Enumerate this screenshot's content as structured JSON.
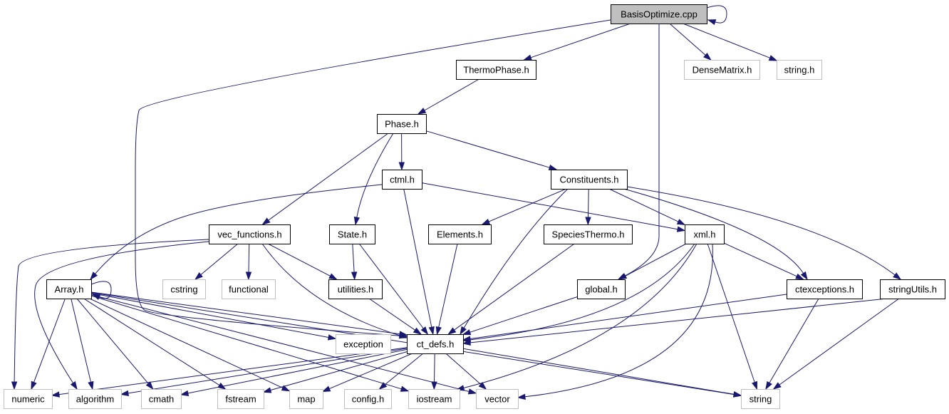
{
  "diagram": {
    "edge_color": "#191970",
    "nodes": [
      {
        "label": "BasisOptimize.cpp",
        "border": "#000000",
        "fill": "#bfbfbf"
      },
      {
        "label": "ThermoPhase.h",
        "border": "#000000",
        "fill": "#ffffff"
      },
      {
        "label": "DenseMatrix.h",
        "border": "#bfbfbf",
        "fill": "#ffffff"
      },
      {
        "label": "string.h",
        "border": "#bfbfbf",
        "fill": "#ffffff"
      },
      {
        "label": "Phase.h",
        "border": "#000000",
        "fill": "#ffffff"
      },
      {
        "label": "ctml.h",
        "border": "#000000",
        "fill": "#ffffff"
      },
      {
        "label": "Constituents.h",
        "border": "#000000",
        "fill": "#ffffff"
      },
      {
        "label": "vec_functions.h",
        "border": "#000000",
        "fill": "#ffffff"
      },
      {
        "label": "State.h",
        "border": "#000000",
        "fill": "#ffffff"
      },
      {
        "label": "Elements.h",
        "border": "#000000",
        "fill": "#ffffff"
      },
      {
        "label": "SpeciesThermo.h",
        "border": "#000000",
        "fill": "#ffffff"
      },
      {
        "label": "xml.h",
        "border": "#000000",
        "fill": "#ffffff"
      },
      {
        "label": "Array.h",
        "border": "#000000",
        "fill": "#ffffff"
      },
      {
        "label": "cstring",
        "border": "#bfbfbf",
        "fill": "#ffffff"
      },
      {
        "label": "functional",
        "border": "#bfbfbf",
        "fill": "#ffffff"
      },
      {
        "label": "utilities.h",
        "border": "#000000",
        "fill": "#ffffff"
      },
      {
        "label": "global.h",
        "border": "#000000",
        "fill": "#ffffff"
      },
      {
        "label": "ctexceptions.h",
        "border": "#000000",
        "fill": "#ffffff"
      },
      {
        "label": "stringUtils.h",
        "border": "#000000",
        "fill": "#ffffff"
      },
      {
        "label": "exception",
        "border": "#bfbfbf",
        "fill": "#ffffff"
      },
      {
        "label": "ct_defs.h",
        "border": "#000000",
        "fill": "#ffffff"
      },
      {
        "label": "numeric",
        "border": "#bfbfbf",
        "fill": "#ffffff"
      },
      {
        "label": "algorithm",
        "border": "#bfbfbf",
        "fill": "#ffffff"
      },
      {
        "label": "cmath",
        "border": "#bfbfbf",
        "fill": "#ffffff"
      },
      {
        "label": "fstream",
        "border": "#bfbfbf",
        "fill": "#ffffff"
      },
      {
        "label": "map",
        "border": "#bfbfbf",
        "fill": "#ffffff"
      },
      {
        "label": "config.h",
        "border": "#bfbfbf",
        "fill": "#ffffff"
      },
      {
        "label": "iostream",
        "border": "#bfbfbf",
        "fill": "#ffffff"
      },
      {
        "label": "vector",
        "border": "#bfbfbf",
        "fill": "#ffffff"
      },
      {
        "label": "string",
        "border": "#bfbfbf",
        "fill": "#ffffff"
      }
    ],
    "edges": [
      [
        "BasisOptimize.cpp",
        "BasisOptimize.cpp"
      ],
      [
        "BasisOptimize.cpp",
        "ThermoPhase.h"
      ],
      [
        "BasisOptimize.cpp",
        "DenseMatrix.h"
      ],
      [
        "BasisOptimize.cpp",
        "string.h"
      ],
      [
        "BasisOptimize.cpp",
        "global.h"
      ],
      [
        "BasisOptimize.cpp",
        "ct_defs.h"
      ],
      [
        "ThermoPhase.h",
        "Phase.h"
      ],
      [
        "Phase.h",
        "ctml.h"
      ],
      [
        "Phase.h",
        "Constituents.h"
      ],
      [
        "Phase.h",
        "vec_functions.h"
      ],
      [
        "Phase.h",
        "State.h"
      ],
      [
        "ctml.h",
        "Array.h"
      ],
      [
        "ctml.h",
        "ct_defs.h"
      ],
      [
        "ctml.h",
        "xml.h"
      ],
      [
        "Constituents.h",
        "Elements.h"
      ],
      [
        "Constituents.h",
        "SpeciesThermo.h"
      ],
      [
        "Constituents.h",
        "xml.h"
      ],
      [
        "Constituents.h",
        "ct_defs.h"
      ],
      [
        "Constituents.h",
        "ctexceptions.h"
      ],
      [
        "Constituents.h",
        "stringUtils.h"
      ],
      [
        "vec_functions.h",
        "cstring"
      ],
      [
        "vec_functions.h",
        "functional"
      ],
      [
        "vec_functions.h",
        "utilities.h"
      ],
      [
        "vec_functions.h",
        "ct_defs.h"
      ],
      [
        "vec_functions.h",
        "numeric"
      ],
      [
        "vec_functions.h",
        "algorithm"
      ],
      [
        "State.h",
        "utilities.h"
      ],
      [
        "State.h",
        "ct_defs.h"
      ],
      [
        "Elements.h",
        "ct_defs.h"
      ],
      [
        "SpeciesThermo.h",
        "ct_defs.h"
      ],
      [
        "xml.h",
        "global.h"
      ],
      [
        "xml.h",
        "ctexceptions.h"
      ],
      [
        "xml.h",
        "ct_defs.h"
      ],
      [
        "xml.h",
        "string"
      ],
      [
        "xml.h",
        "iostream"
      ],
      [
        "xml.h",
        "vector"
      ],
      [
        "utilities.h",
        "ct_defs.h"
      ],
      [
        "global.h",
        "ct_defs.h"
      ],
      [
        "ctexceptions.h",
        "ct_defs.h"
      ],
      [
        "ctexceptions.h",
        "string"
      ],
      [
        "stringUtils.h",
        "ct_defs.h"
      ],
      [
        "stringUtils.h",
        "string"
      ],
      [
        "Array.h",
        "Array.h"
      ],
      [
        "Array.h",
        "numeric"
      ],
      [
        "Array.h",
        "algorithm"
      ],
      [
        "Array.h",
        "cmath"
      ],
      [
        "Array.h",
        "fstream"
      ],
      [
        "Array.h",
        "map"
      ],
      [
        "Array.h",
        "iostream"
      ],
      [
        "Array.h",
        "vector"
      ],
      [
        "Array.h",
        "exception"
      ],
      [
        "Array.h",
        "ct_defs.h"
      ],
      [
        "Array.h",
        "string"
      ],
      [
        "ct_defs.h",
        "numeric"
      ],
      [
        "ct_defs.h",
        "algorithm"
      ],
      [
        "ct_defs.h",
        "cmath"
      ],
      [
        "ct_defs.h",
        "fstream"
      ],
      [
        "ct_defs.h",
        "map"
      ],
      [
        "ct_defs.h",
        "config.h"
      ],
      [
        "ct_defs.h",
        "iostream"
      ],
      [
        "ct_defs.h",
        "vector"
      ],
      [
        "ct_defs.h",
        "string"
      ]
    ]
  }
}
